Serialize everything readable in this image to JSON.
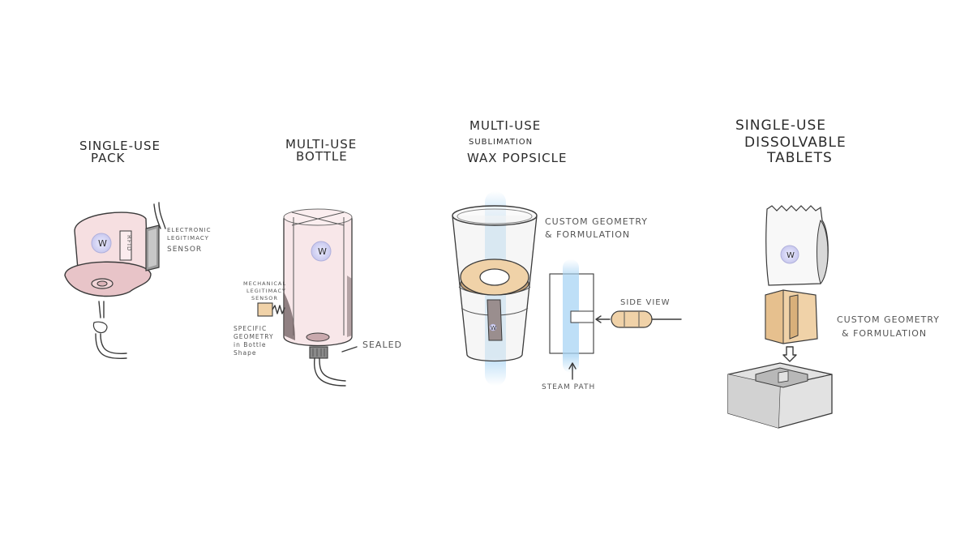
{
  "concepts": [
    {
      "title": [
        "SINGLE-USE",
        "PACK"
      ],
      "labels": {
        "sensor": [
          "ELECTRONIC",
          "LEGITIMACY",
          "SENSOR"
        ],
        "tag": "RFID"
      },
      "logo": "W"
    },
    {
      "title": [
        "MULTI-USE",
        "BOTTLE"
      ],
      "labels": {
        "mechanical": [
          "MECHANICAL",
          "LEGITIMACY",
          "SENSOR"
        ],
        "geometry": [
          "SPECIFIC",
          "GEOMETRY",
          "in Bottle",
          "Shape"
        ],
        "sealed": "SEALED"
      },
      "logo": "W"
    },
    {
      "title": [
        "MULTI-USE",
        "SUBLIMATION",
        "WAX POPSICLE"
      ],
      "labels": {
        "custom": [
          "CUSTOM GEOMETRY",
          "& FORMULATION"
        ],
        "side_view": "SIDE VIEW",
        "steam_path": "STEAM PATH"
      },
      "logo": "W"
    },
    {
      "title": [
        "SINGLE-USE",
        "DISSOLVABLE",
        "TABLETS"
      ],
      "labels": {
        "custom": [
          "CUSTOM GEOMETRY",
          "& FORMULATION"
        ]
      },
      "logo": "W"
    }
  ],
  "colors": {
    "pink": "#f6dfe1",
    "pink_dark": "#e8c4c8",
    "tan": "#f0d2a8",
    "tan_dark": "#d9b07a",
    "blue": "#a8d4f4",
    "grey": "#e2e2e2",
    "logo": "#d6d6f2"
  }
}
